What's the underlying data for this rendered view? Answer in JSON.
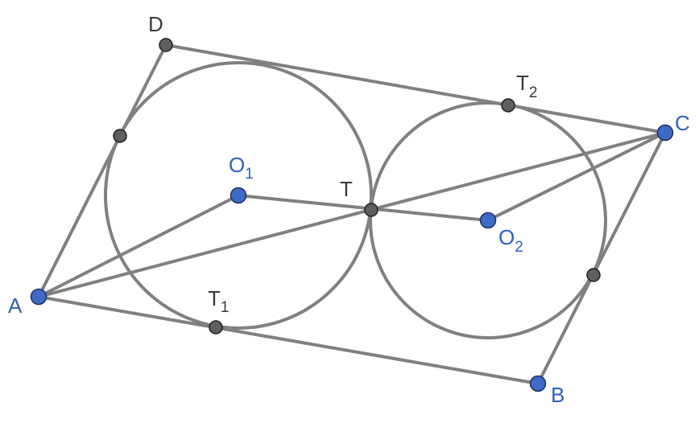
{
  "figure": {
    "points": {
      "A": {
        "label": "A",
        "kind": "primary"
      },
      "B": {
        "label": "B",
        "kind": "primary"
      },
      "C": {
        "label": "C",
        "kind": "primary"
      },
      "D": {
        "label": "D",
        "kind": "secondary"
      },
      "O1": {
        "label": "O",
        "sub": "1",
        "kind": "primary"
      },
      "O2": {
        "label": "O",
        "sub": "2",
        "kind": "primary"
      },
      "T": {
        "label": "T",
        "kind": "secondary"
      },
      "T1": {
        "label": "T",
        "sub": "1",
        "kind": "secondary"
      },
      "T2": {
        "label": "T",
        "sub": "2",
        "kind": "secondary"
      },
      "P_AD": {
        "label": "",
        "kind": "secondary"
      },
      "P_BC": {
        "label": "",
        "kind": "secondary"
      }
    },
    "colors": {
      "line": "#808080",
      "primary_point": "#3d6bc6",
      "secondary_point": "#5f5f5f",
      "primary_label": "#2f5fc0",
      "secondary_label": "#3a3a3a"
    }
  }
}
